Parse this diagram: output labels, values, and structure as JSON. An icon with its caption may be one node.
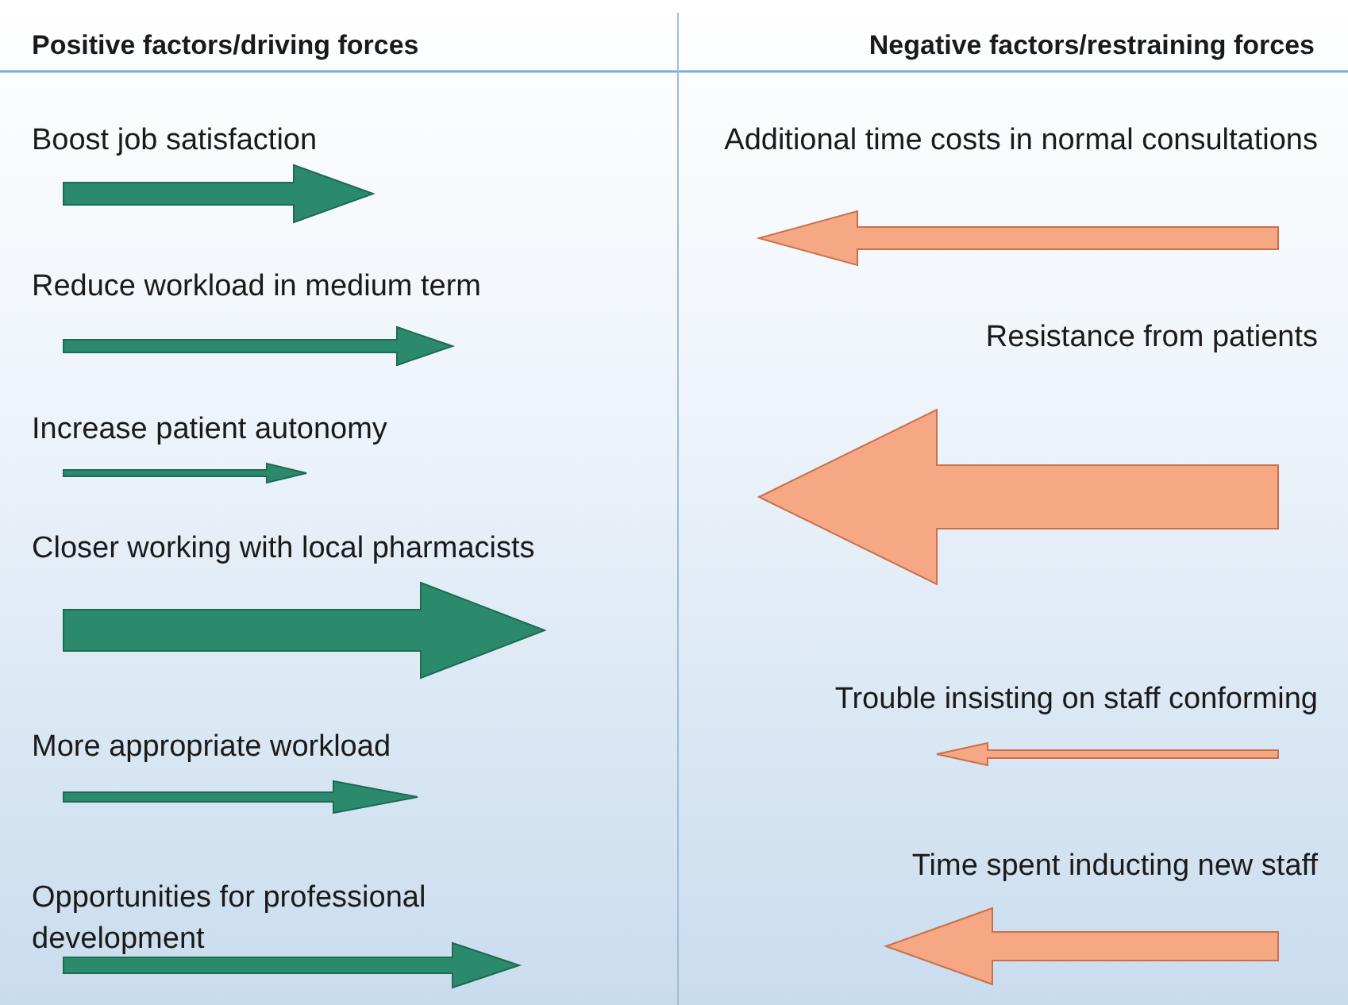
{
  "diagram": {
    "labels": [
      "Positive factors/driving forces",
      "Negative factors/restraining forces",
      "Boost job satisfaction",
      "Additional time costs in normal consultations",
      "Reduce workload in medium term",
      "Resistance from patients",
      "Increase patient autonomy",
      "Closer working with local pharmacists",
      "Trouble insisting on staff conforming",
      "More appropriate workload",
      "Time spent inducting new staff",
      "Opportunities for professional development"
    ]
  }
}
